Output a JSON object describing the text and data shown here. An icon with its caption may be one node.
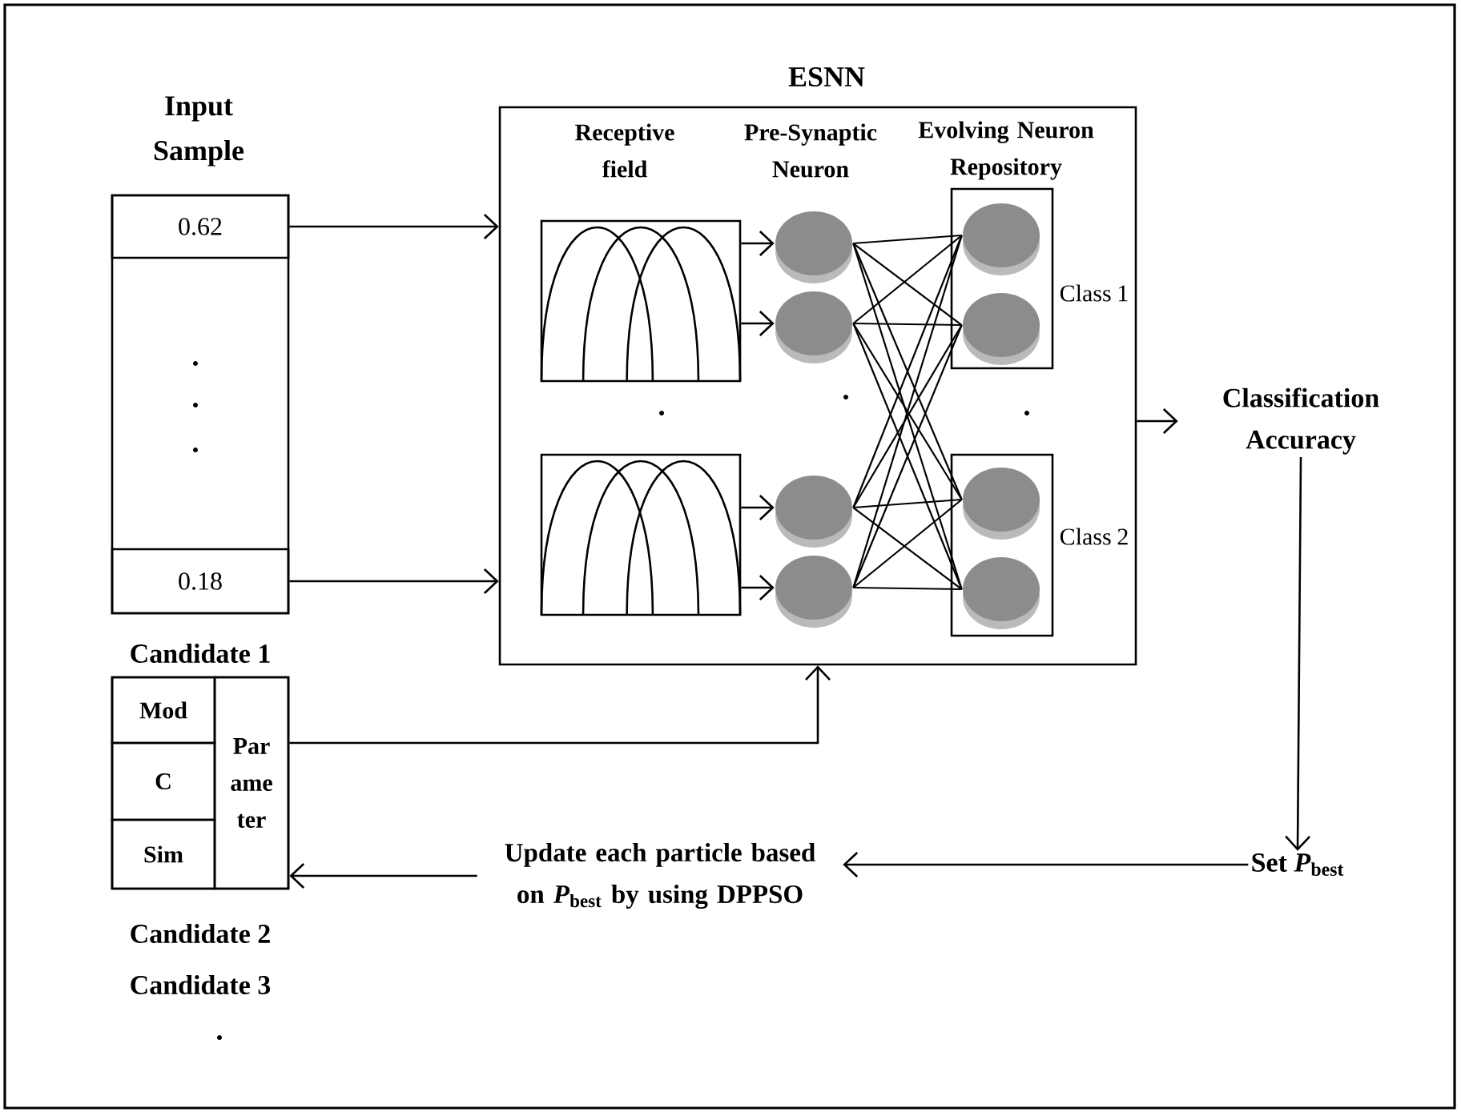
{
  "diagram": {
    "nodes": [
      {
        "text": [
          "Input Sample"
        ]
      },
      {
        "text": [
          "0.62"
        ],
        "in": 0
      },
      {
        "text": [
          "0.18"
        ],
        "in": 0
      },
      {
        "text": [
          "ESNN"
        ]
      },
      {
        "text": [],
        "shape": "box",
        "in": 3
      },
      {
        "text": [],
        "shape": "box",
        "in": 3
      },
      {
        "text": [],
        "shape": "circle",
        "in": 3
      },
      {
        "text": [],
        "shape": "circle",
        "in": 3
      },
      {
        "text": [],
        "shape": "circle",
        "in": 3
      },
      {
        "text": [],
        "shape": "circle",
        "in": 3
      },
      {
        "text": [],
        "shape": "box",
        "in": 3,
        "beside": [
          "Class 1"
        ]
      },
      {
        "text": [],
        "shape": "circle",
        "in": 10
      },
      {
        "text": [],
        "shape": "circle",
        "in": 10
      },
      {
        "text": [],
        "shape": "box",
        "in": 3,
        "beside": [
          "Class 2"
        ]
      },
      {
        "text": [],
        "shape": "circle",
        "in": 13
      },
      {
        "text": [],
        "shape": "circle",
        "in": 13
      },
      {
        "text": [
          "Classification Accuracy"
        ]
      },
      {
        "text": [
          "Set *P*$_{best}$"
        ]
      },
      {
        "text": [
          "Update each particle based on *P*$_{best}$ by using DPPSO"
        ]
      },
      {
        "text": [
          "Candidate 1"
        ]
      },
      {
        "text": [
          "Mod"
        ],
        "in": 19
      },
      {
        "text": [
          "C"
        ],
        "in": 19
      },
      {
        "text": [
          "Sim"
        ],
        "in": 19
      },
      {
        "text": [
          "Par ame ter"
        ],
        "in": 19
      }
    ],
    "edges": [
      {
        "from": 1,
        "to": 3,
        "arrow": "to"
      },
      {
        "from": 2,
        "to": 3,
        "arrow": "to"
      },
      {
        "from": 4,
        "to": 6,
        "arrow": "to"
      },
      {
        "from": 4,
        "to": 7,
        "arrow": "to"
      },
      {
        "from": 5,
        "to": 8,
        "arrow": "to"
      },
      {
        "from": 5,
        "to": 9,
        "arrow": "to"
      },
      {
        "from": 6,
        "to": 11,
        "arrow": "none"
      },
      {
        "from": 6,
        "to": 12,
        "arrow": "none"
      },
      {
        "from": 6,
        "to": 14,
        "arrow": "none"
      },
      {
        "from": 6,
        "to": 15,
        "arrow": "none"
      },
      {
        "from": 7,
        "to": 11,
        "arrow": "none"
      },
      {
        "from": 7,
        "to": 12,
        "arrow": "none"
      },
      {
        "from": 7,
        "to": 14,
        "arrow": "none"
      },
      {
        "from": 7,
        "to": 15,
        "arrow": "none"
      },
      {
        "from": 8,
        "to": 11,
        "arrow": "none"
      },
      {
        "from": 8,
        "to": 12,
        "arrow": "none"
      },
      {
        "from": 8,
        "to": 14,
        "arrow": "none"
      },
      {
        "from": 8,
        "to": 15,
        "arrow": "none"
      },
      {
        "from": 9,
        "to": 11,
        "arrow": "none"
      },
      {
        "from": 9,
        "to": 12,
        "arrow": "none"
      },
      {
        "from": 9,
        "to": 14,
        "arrow": "none"
      },
      {
        "from": 9,
        "to": 15,
        "arrow": "none"
      },
      {
        "from": 3,
        "to": 16,
        "arrow": "to"
      },
      {
        "from": 16,
        "to": 17,
        "arrow": "to"
      },
      {
        "from": 17,
        "to": 18,
        "arrow": "to"
      },
      {
        "from": 18,
        "to": 19,
        "arrow": "to"
      },
      {
        "from": 23,
        "to": 3,
        "arrow": "to"
      }
    ],
    "labels": [
      "Receptive field",
      "Pre-Synaptic Neuron",
      "Evolving Neuron Repository",
      "Candidate 2",
      "Candidate 3"
    ]
  }
}
